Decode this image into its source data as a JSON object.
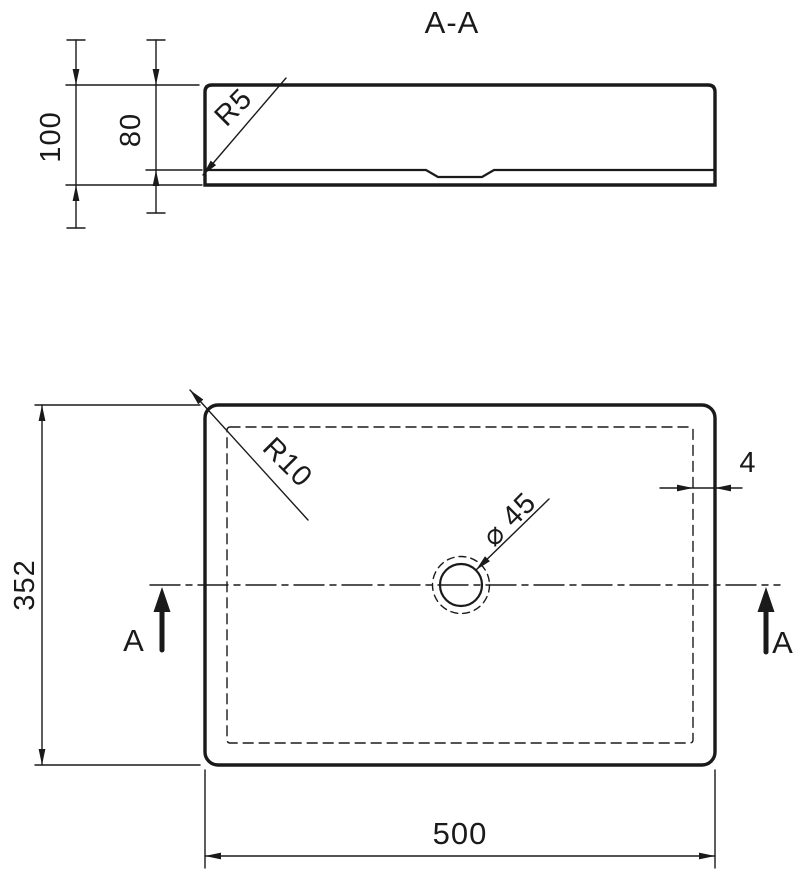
{
  "drawing": {
    "section_view": {
      "title": "A-A",
      "overall_height": "100",
      "inner_depth": "80",
      "bottom_radius": "R5"
    },
    "plan_view": {
      "width": "500",
      "height": "352",
      "rim_width": "4",
      "corner_radius": "R10",
      "drain_diameter": "⌀ 45",
      "section_marker_left": "A",
      "section_marker_right": "A"
    }
  },
  "colors": {
    "line": "#1a1a1a",
    "background": "#ffffff"
  }
}
